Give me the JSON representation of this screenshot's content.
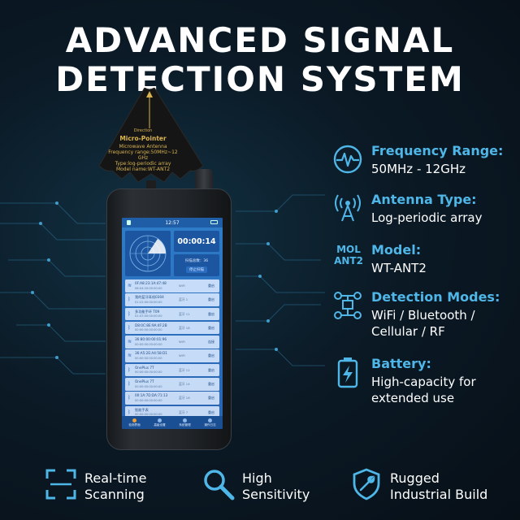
{
  "headline": {
    "line1": "ADVANCED SIGNAL",
    "line2": "DETECTION SYSTEM"
  },
  "antenna": {
    "arrow_label": "Direction",
    "brand": "Micro-Pointer",
    "line1": "Microwave Antenna",
    "line2": "Frequency range:50MHz~12 GHz",
    "line3": "Type:log-periodic array",
    "line4": "Model name:WT-ANT2"
  },
  "screen": {
    "time": "12:57",
    "timer": "00:00:14",
    "count_text": "扫描总数：36",
    "count_button": "停止扫描",
    "rows": [
      {
        "icon": "wifi-icon",
        "glyph": "≋",
        "name": "0F:A8:23:1A:47:48",
        "sub": "06:04:20:00:00:00",
        "tag": "WiFi",
        "action": "重启"
      },
      {
        "icon": "bluetooth-icon",
        "glyph": "ᛒ",
        "name": "我的蓝牙耳机0304",
        "sub": "01:22:00:00:00:00",
        "tag": "蓝牙 1",
        "action": "重启"
      },
      {
        "icon": "bluetooth-icon",
        "glyph": "ᛒ",
        "name": "多功能手环 T09",
        "sub": "01:47:00:00:00:00",
        "tag": "蓝牙 11",
        "action": "重启"
      },
      {
        "icon": "bluetooth-icon",
        "glyph": "ᛒ",
        "name": "D8:0C:8E:9A:4F:2B",
        "sub": "00:00:00:00:00:00",
        "tag": "蓝牙 18",
        "action": "重启"
      },
      {
        "icon": "wifi-icon",
        "glyph": "≋",
        "name": "36:80:00:00:01:96",
        "sub": "00:00:00:00:00:00",
        "tag": "WiFi",
        "action": "连接"
      },
      {
        "icon": "wifi-icon",
        "glyph": "≋",
        "name": "36:A5:2E:A4:58:D1",
        "sub": "00:00:00:00:00:00",
        "tag": "WiFi",
        "action": "重启"
      },
      {
        "icon": "bluetooth-icon",
        "glyph": "ᛒ",
        "name": "OnePlus 7T",
        "sub": "00:00:00:00:00:00",
        "tag": "蓝牙 12",
        "action": "重启"
      },
      {
        "icon": "bluetooth-icon",
        "glyph": "ᛒ",
        "name": "OnePlus 7T",
        "sub": "00:00:00:00:00:00",
        "tag": "蓝牙 14",
        "action": "重启"
      },
      {
        "icon": "bluetooth-icon",
        "glyph": "ᛒ",
        "name": "00:1A:7D:DA:71:13",
        "sub": "00:00:00:00:00:00",
        "tag": "蓝牙 16",
        "action": "重启"
      },
      {
        "icon": "bluetooth-icon",
        "glyph": "ᛒ",
        "name": "智能手表",
        "sub": "00:00:00:00:00:00",
        "tag": "蓝牙 7",
        "action": "重启"
      }
    ],
    "nav": [
      {
        "label": "检测界面",
        "active": true
      },
      {
        "label": "高级设置",
        "active": false
      },
      {
        "label": "系统管理",
        "active": false
      },
      {
        "label": "操作日志",
        "active": false
      }
    ]
  },
  "specs": [
    {
      "icon": "pulse-icon",
      "title": "Frequency Range:",
      "value": "50MHz - 12GHz"
    },
    {
      "icon": "antenna-icon",
      "title": "Antenna Type:",
      "value": "Log-periodic array"
    },
    {
      "icon": "model-icon",
      "title": "Model:",
      "value": "WT-ANT2",
      "badge_l1": "MOL",
      "badge_l2": "ANT2"
    },
    {
      "icon": "network-icon",
      "title": "Detection Modes:",
      "value": "WiFi / Bluetooth /",
      "value2": "Cellular / RF"
    },
    {
      "icon": "battery-icon",
      "title": "Battery:",
      "value": "High-capacity for",
      "value2": "extended use"
    }
  ],
  "features": [
    {
      "icon": "scan-icon",
      "l1": "Real-time",
      "l2": "Scanning"
    },
    {
      "icon": "magnifier-icon",
      "l1": "High",
      "l2": "Sensitivity"
    },
    {
      "icon": "shield-wrench-icon",
      "l1": "Rugged",
      "l2": "Industrial Build"
    }
  ],
  "colors": {
    "accent": "#4fb6e8",
    "background": "#0b1a26",
    "antenna_gold": "#d8b350"
  }
}
